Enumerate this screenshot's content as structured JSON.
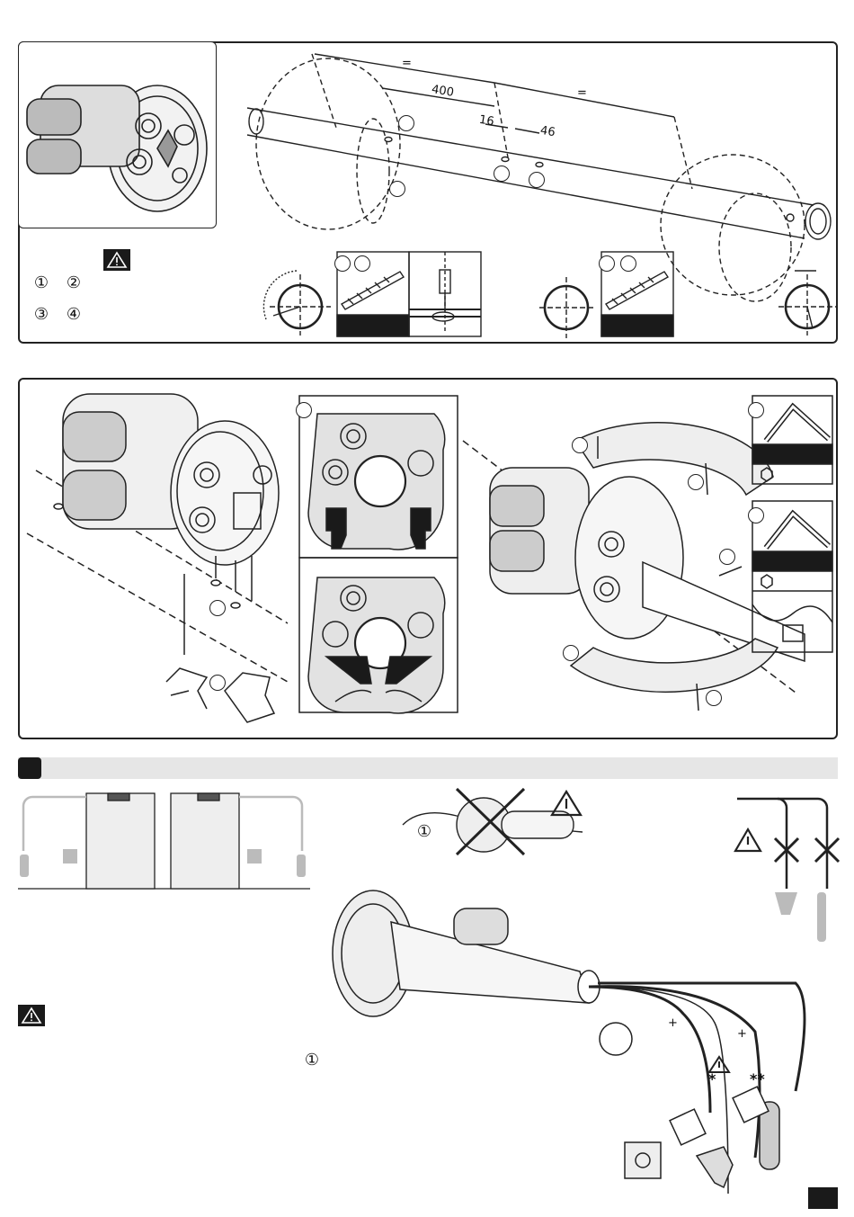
{
  "dimensions": {
    "equal_left": "=",
    "equal_right": "=",
    "d400": "400",
    "d16": "16",
    "d46": "46"
  },
  "step_markers": {
    "one": "①",
    "two": "②",
    "three": "③",
    "four": "④"
  },
  "install_marks": {
    "asterisk_single": "*",
    "asterisk_double": "**",
    "plus_a": "+",
    "plus_b": "+"
  },
  "colors": {
    "line": "#222222",
    "fill_dark": "#1a1a1a",
    "fill_grey": "#c8c8c8",
    "bar": "#e6e6e6"
  },
  "icons": [
    "warning-triangle-icon",
    "hex-key-icon",
    "no-knot-icon",
    "water-drop-icon"
  ]
}
